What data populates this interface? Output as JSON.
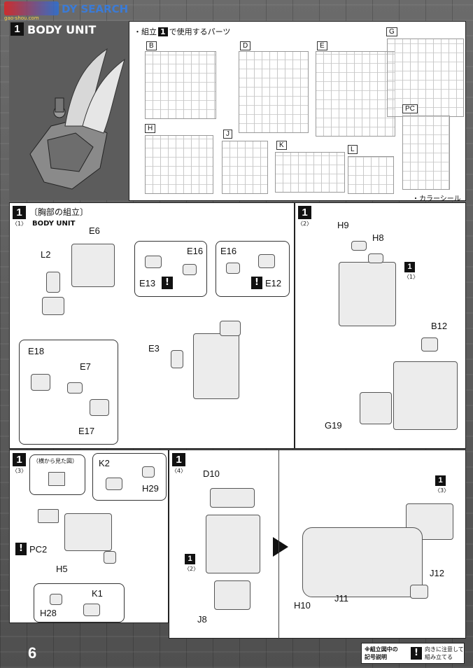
{
  "header": {
    "watermark": "DY SEARCH",
    "watermark_sub": "gao-shou.com"
  },
  "top_section": {
    "step_number": "1",
    "title": "BODY UNIT",
    "parts_heading": "・組立",
    "parts_heading_step": "1",
    "parts_heading_rest": "で使用するパーツ",
    "runners": [
      "B",
      "D",
      "E",
      "G",
      "H",
      "J",
      "K",
      "L",
      "PC"
    ],
    "sticker_note": "・カラーシール"
  },
  "section_1_1": {
    "step": "1",
    "substep": "〈1〉",
    "title": "〔胸部の組立〕",
    "subtitle": "BODY UNIT",
    "parts": [
      "E6",
      "L2",
      "E18",
      "E7",
      "E17"
    ],
    "parts_callout_left": [
      "E16",
      "E13"
    ],
    "parts_callout_right": [
      "E16",
      "E12"
    ],
    "part_main": "E3"
  },
  "section_1_2": {
    "step": "1",
    "substep": "〈2〉",
    "parts": [
      "H9",
      "H8",
      "B12",
      "G19"
    ],
    "ref_step": "1",
    "ref_sub": "〈1〉"
  },
  "section_1_3": {
    "step": "1",
    "substep": "〈3〉",
    "side_view_note": "（横から見た図）",
    "parts": [
      "K2",
      "H29",
      "PC2",
      "H5",
      "K1",
      "H28"
    ]
  },
  "section_1_4": {
    "step": "1",
    "substep": "〈4〉",
    "parts": [
      "D10",
      "J8",
      "H10",
      "J11",
      "J12"
    ],
    "ref_step_a": "1",
    "ref_sub_a": "〈2〉",
    "ref_step_b": "1",
    "ref_sub_b": "〈3〉"
  },
  "footer": {
    "page_number": "6",
    "legend_title_line1": "※組立図中の",
    "legend_title_line2": "記号説明",
    "legend_symbol": "!",
    "legend_text_line1": "向きに注意して",
    "legend_text_line2": "組み立てる"
  }
}
